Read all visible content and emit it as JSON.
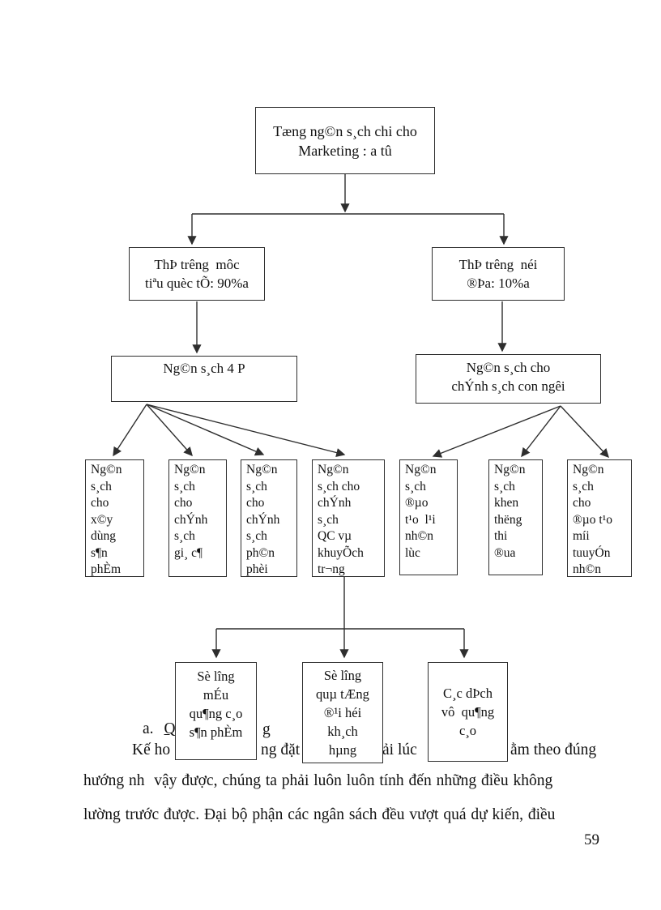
{
  "diagram": {
    "root": "Tæng ng©n s¸ch chi cho\nMarketing : a tû",
    "market_target": "ThÞ tr­êng  môc\ntiªu quèc tÕ: 90%a",
    "market_domestic": "ThÞ tr­êng  néi\n®Þa: 10%a",
    "budget_4p": "Ng©n s¸ch 4 P",
    "budget_people": "Ng©n s¸ch cho\nchÝnh s¸ch con ng­êi",
    "sub_boxes": [
      "Ng©n\ns¸ch\ncho\nx©y\ndùng\ns¶n\nphÈm",
      "Ng©n\ns¸ch\ncho\nchÝnh\ns¸ch\ngi¸ c¶",
      "Ng©n\ns¸ch\ncho\nchÝnh\ns¸ch\nph©n\nphèi",
      "Ng©n\ns¸ch cho\nchÝnh\ns¸ch\nQC vµ\nkhuyÕch\ntr­¬ng",
      "Ng©n\ns¸ch\n®µo\nt¹o  l¹i\nnh©n\nlùc",
      "Ng©n\ns¸ch\nkhen\nth­ëng\nthi\n®ua",
      "Ng©n\ns¸ch\ncho\n®µo t¹o\nmíi\ntuuyÓn\nnh©n"
    ],
    "detail_boxes": [
      "Sè l­îng\nmÉu\nqu¶ng c¸o\ns¶n phÈm",
      "Sè l­îng\nquµ tÆng\n®¹i héi\nkh¸ch\nhµng",
      "C¸c dÞch\nvô  qu¶ng\nc¸o"
    ]
  },
  "text": {
    "list_marker": "a.",
    "list_frag_q": "Q",
    "list_frag_g": "g",
    "line1_frag1": "Kế ho",
    "line1_frag2": "ng đặt",
    "line1_frag3": "ải lúc",
    "line1_frag4": "ằm theo đúng",
    "line2": "hướng nh  vậy được, chúng ta phải luôn luôn tính đến những điều không",
    "line3": "lường trước được. Đại bộ phận các ngân sách đều vượt quá dự kiến, điều",
    "page_number": "59"
  }
}
